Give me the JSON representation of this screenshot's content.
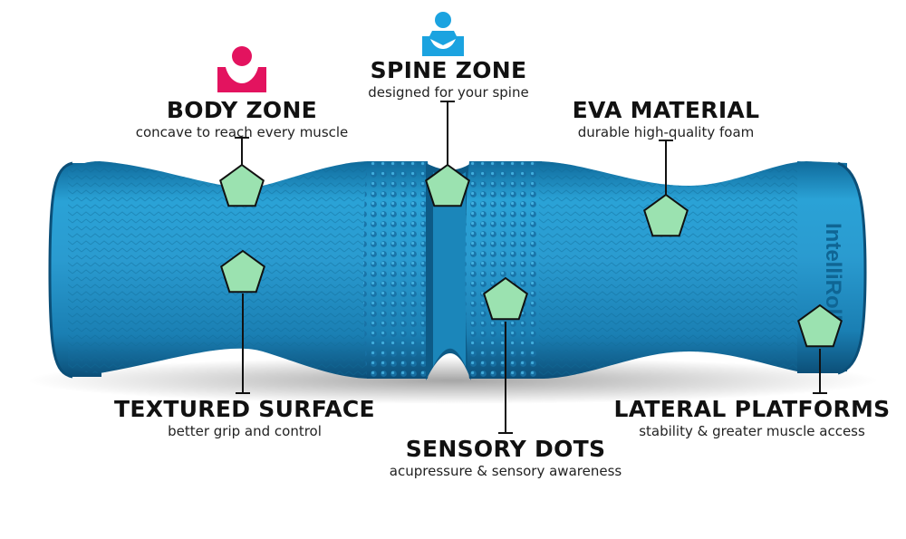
{
  "product": {
    "brand_text": "IntelliRoll"
  },
  "colors": {
    "roller_blue": "#1e8fc4",
    "roller_dark": "#0f5f8c",
    "marker_green": "#9be2b0",
    "body_zone_icon": "#e3135f",
    "spine_zone_icon": "#1ba3e0"
  },
  "icons": {
    "body_zone": "person-in-cradle-icon",
    "spine_zone": "person-in-cradle-icon"
  },
  "callouts": [
    {
      "id": "body-zone",
      "title": "BODY ZONE",
      "subtitle": "concave to reach every muscle"
    },
    {
      "id": "spine-zone",
      "title": "SPINE ZONE",
      "subtitle": "designed for your spine"
    },
    {
      "id": "eva-material",
      "title": "EVA MATERIAL",
      "subtitle": "durable high-quality foam"
    },
    {
      "id": "textured-surface",
      "title": "TEXTURED SURFACE",
      "subtitle": "better grip and control"
    },
    {
      "id": "sensory-dots",
      "title": "SENSORY DOTS",
      "subtitle": "acupressure & sensory awareness"
    },
    {
      "id": "lateral-platforms",
      "title": "LATERAL PLATFORMS",
      "subtitle": "stability & greater muscle access"
    }
  ]
}
